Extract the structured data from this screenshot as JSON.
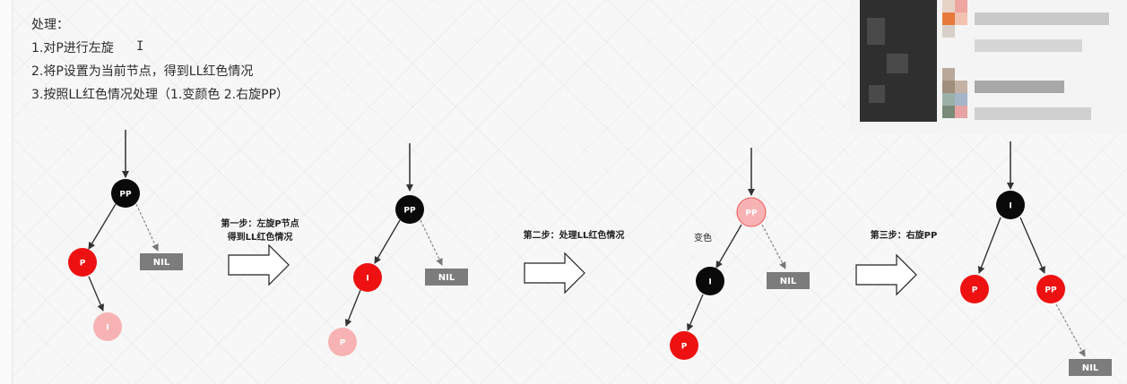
{
  "notes": {
    "heading": "处理：",
    "line1": "1.对P进行左旋",
    "line2": "2.将P设置为当前节点，得到LL红色情况",
    "line3": "3.按照LL红色情况处理（1.变颜色 2.右旋PP）"
  },
  "steps": {
    "step1_line1": "第一步：左旋P节点",
    "step1_line2": "得到LL红色情况",
    "step2": "第二步：处理LL红色情况",
    "step3": "第三步：右旋PP",
    "recolor": "变色"
  },
  "colors": {
    "black": "#0a0a0a",
    "red": "#ee1111",
    "pink": "#f7b3b3",
    "nil": "#7c7c7c"
  },
  "trees": [
    {
      "nodes": [
        {
          "label": "PP",
          "color": "black"
        },
        {
          "label": "P",
          "color": "red"
        },
        {
          "label": "I",
          "color": "pink"
        }
      ],
      "nil": "NIL"
    },
    {
      "nodes": [
        {
          "label": "PP",
          "color": "black"
        },
        {
          "label": "I",
          "color": "red"
        },
        {
          "label": "P",
          "color": "pink"
        }
      ],
      "nil": "NIL"
    },
    {
      "nodes": [
        {
          "label": "PP",
          "color": "pink"
        },
        {
          "label": "I",
          "color": "black"
        },
        {
          "label": "P",
          "color": "red"
        }
      ],
      "nil": "NIL"
    },
    {
      "nodes": [
        {
          "label": "I",
          "color": "black"
        },
        {
          "label": "P",
          "color": "red"
        },
        {
          "label": "PP",
          "color": "red"
        }
      ],
      "nil": "NIL"
    }
  ]
}
